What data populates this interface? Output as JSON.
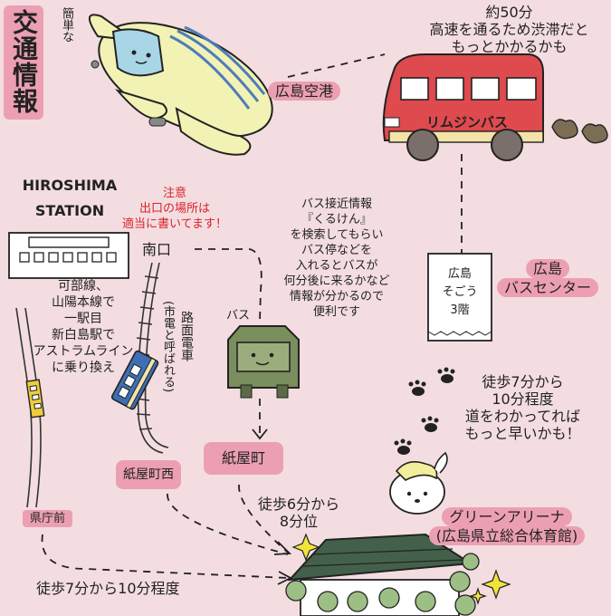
{
  "header": {
    "title": "交通情報",
    "subtitle": "簡単な"
  },
  "airport": {
    "label": "広島空港"
  },
  "bus_from_airport": {
    "time_note_lines": [
      "約50分",
      "高速を通るため渋滞だと",
      "もっとかかるかも"
    ],
    "bus_name": "リムジンバス"
  },
  "station": {
    "name_lines": [
      "HIROSHIMA",
      "STATION"
    ],
    "exit_note_lines": [
      "注意",
      "出口の場所は",
      "適当に書いてます！"
    ],
    "south_exit": "南口",
    "jr_note_lines": [
      "可部線、",
      "山陽本線で",
      "一駅目",
      "新白島駅で",
      "アストラムライン",
      "に乗り換え"
    ]
  },
  "streetcar": {
    "label": "路面電車",
    "note": "(市電と呼ばれる)"
  },
  "bus_info": {
    "lines": [
      "バス接近情報",
      "『くるけん』",
      "を検索してもらい",
      "バス停などを",
      "入れるとバスが",
      "何分後に来るかなど",
      "情報が分かるので",
      "便利です"
    ],
    "bus_label": "バス"
  },
  "bus_center": {
    "building_lines": [
      "広島",
      "そごう",
      "3階"
    ],
    "label_lines": [
      "広島",
      "バスセンター"
    ]
  },
  "walk_from_bus_center": {
    "lines": [
      "徒歩7分から",
      "10分程度",
      "道をわかってれば",
      "もっと早いかも！"
    ]
  },
  "stops": {
    "kamiyacho_nishi": "紙屋町西",
    "kamiyacho": "紙屋町",
    "kencho_mae": "県庁前"
  },
  "walk_from_kamiyacho": {
    "lines": [
      "徒歩6分から",
      "8分位"
    ]
  },
  "walk_from_kencho": {
    "text": "徒歩7分から10分程度"
  },
  "arena": {
    "name": "グリーンアリーナ",
    "full_name": "(広島県立総合体育館)"
  },
  "colors": {
    "background": "#f3dde0",
    "highlight_pink": "#ec9fb3",
    "plane_yellow": "#f1f2b4",
    "bus_red": "#df4a4e",
    "streetcar_blue": "#3e6fb4",
    "truck_green": "#7a8e5e",
    "arena_roof": "#43614a"
  }
}
